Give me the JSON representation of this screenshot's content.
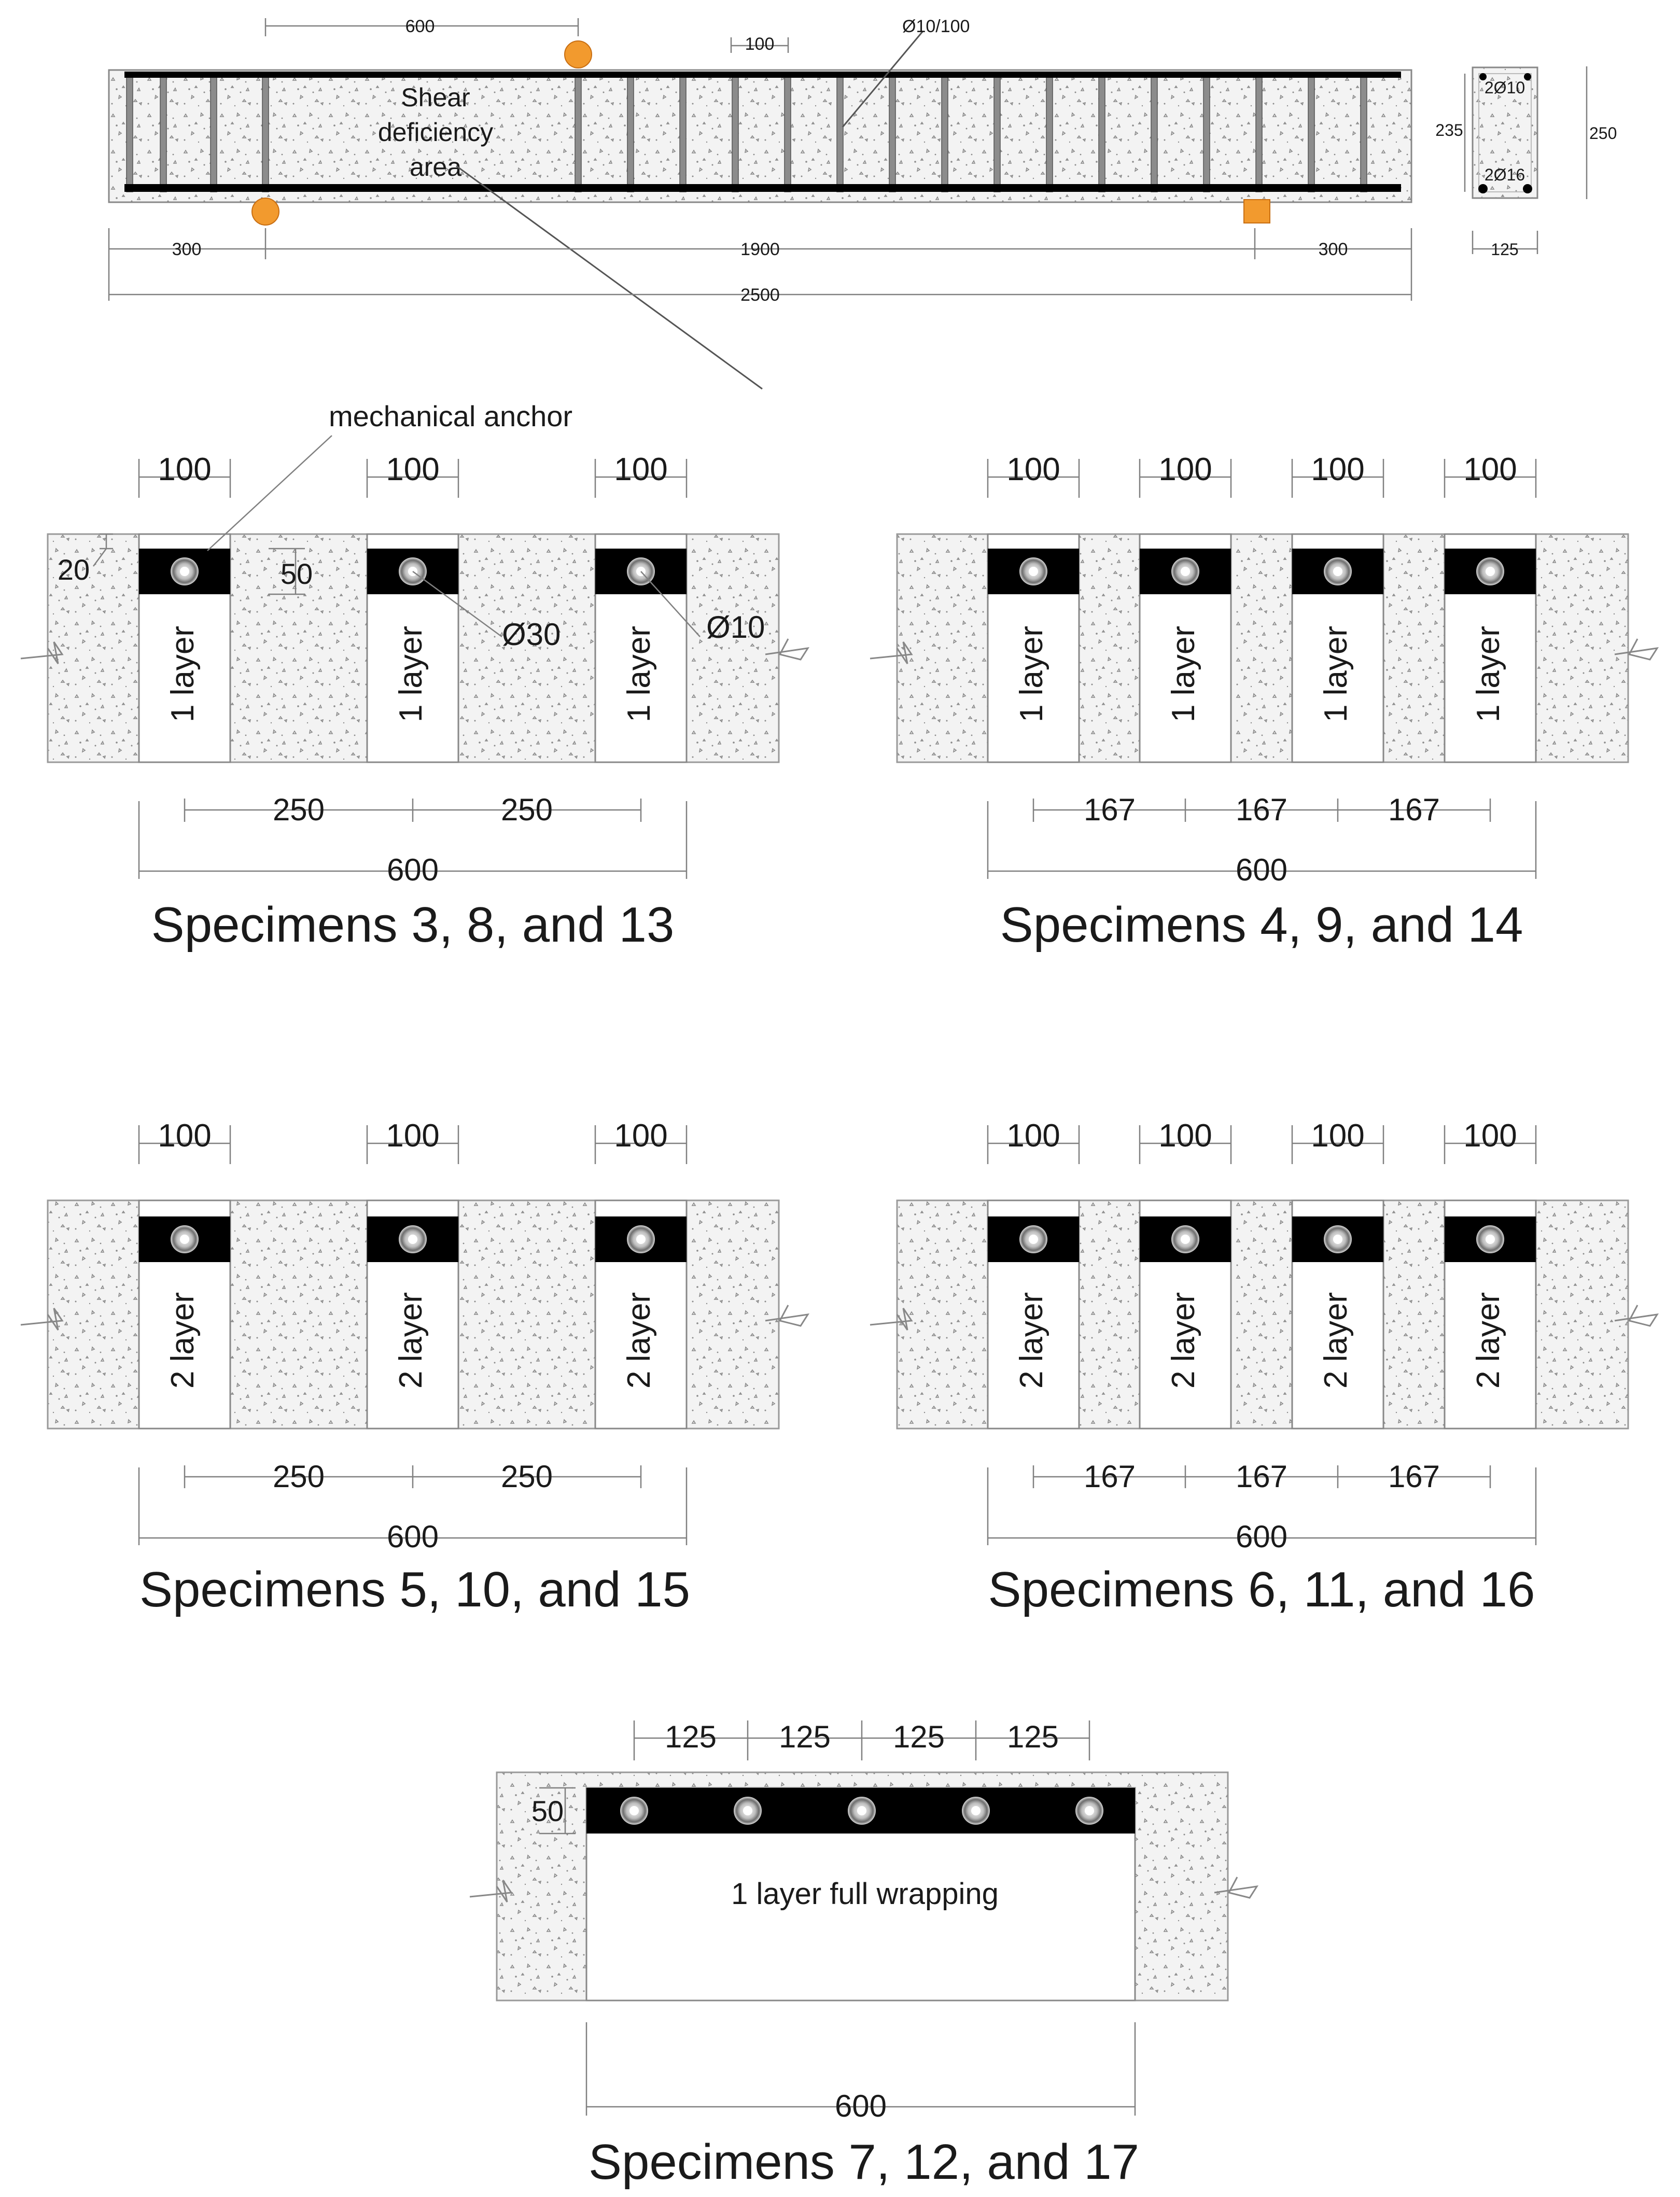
{
  "beam": {
    "dim_top_600": "600",
    "dim_top_100": "100",
    "stirrup_label": "Ø10/100",
    "shear_area_label": [
      "Shear",
      "deficiency",
      "area"
    ],
    "dim_300_left": "300",
    "dim_1900": "1900",
    "dim_300_right": "300",
    "dim_2500": "2500",
    "section": {
      "top_bars": "2Ø10",
      "bottom_bars": "2Ø16",
      "dim_235": "235",
      "dim_250": "250",
      "dim_125": "125"
    }
  },
  "panels": {
    "p1": {
      "strip_width_labels": [
        "100",
        "100",
        "100"
      ],
      "strip_labels": [
        "1 layer",
        "1 layer",
        "1 layer"
      ],
      "spacing_labels": [
        "250",
        "250"
      ],
      "total_label": "600",
      "title": "Specimens 3, 8, and 13",
      "anchor_label": "mechanical anchor",
      "dim_20": "20",
      "dim_50": "50",
      "d30": "Ø30",
      "d10": "Ø10"
    },
    "p2": {
      "strip_width_labels": [
        "100",
        "100",
        "100",
        "100"
      ],
      "strip_labels": [
        "1 layer",
        "1 layer",
        "1 layer",
        "1 layer"
      ],
      "spacing_labels": [
        "167",
        "167",
        "167"
      ],
      "total_label": "600",
      "title": "Specimens 4, 9, and 14"
    },
    "p3": {
      "strip_width_labels": [
        "100",
        "100",
        "100"
      ],
      "strip_labels": [
        "2 layer",
        "2 layer",
        "2 layer"
      ],
      "spacing_labels": [
        "250",
        "250"
      ],
      "total_label": "600",
      "title": "Specimens 5, 10, and 15"
    },
    "p4": {
      "strip_width_labels": [
        "100",
        "100",
        "100",
        "100"
      ],
      "strip_labels": [
        "2 layer",
        "2 layer",
        "2 layer",
        "2 layer"
      ],
      "spacing_labels": [
        "167",
        "167",
        "167"
      ],
      "total_label": "600",
      "title": "Specimens 6, 11, and 16"
    },
    "p5": {
      "spacing_labels": [
        "125",
        "125",
        "125",
        "125"
      ],
      "dim_50": "50",
      "wrap_label": "1 layer full wrapping",
      "total_label": "600",
      "title": "Specimens 7, 12, and 17"
    }
  },
  "colors": {
    "concrete": "#f3f3f3",
    "strip": "#ffffff",
    "plate": "#000000",
    "support": "#f29a2e",
    "stirrup": "#8c8c8c",
    "dim_line": "#808080"
  }
}
